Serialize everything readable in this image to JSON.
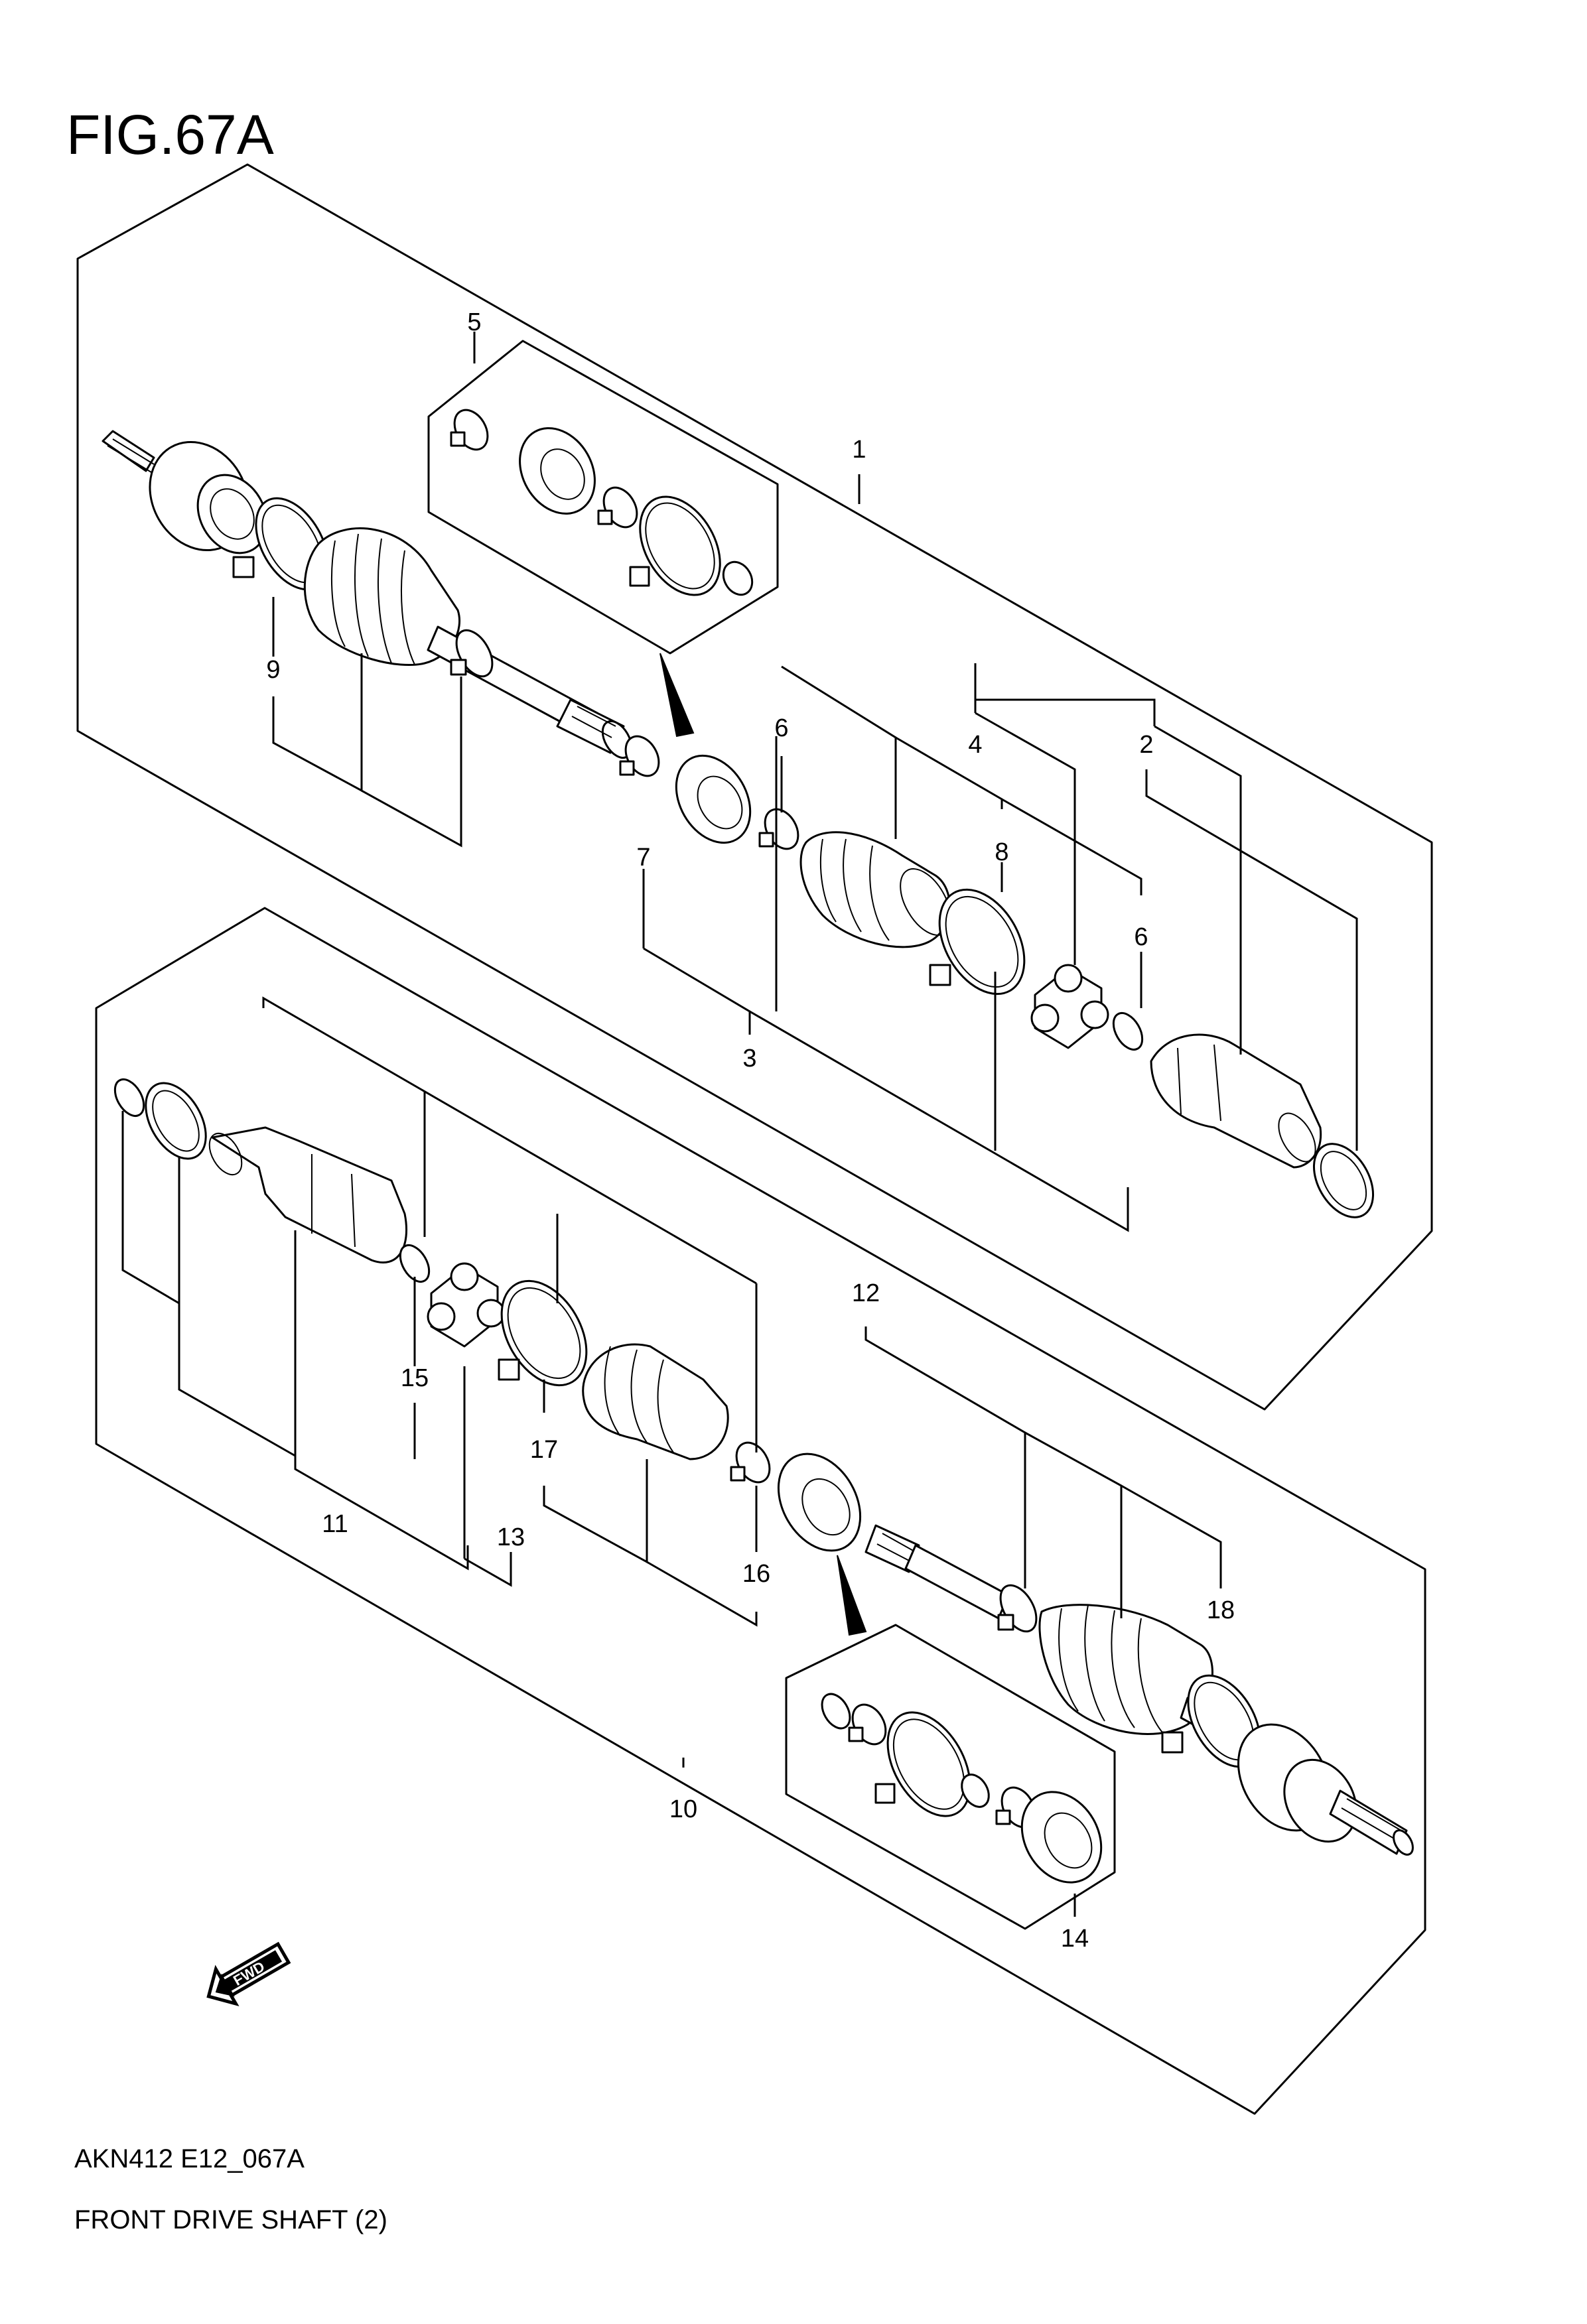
{
  "figure": {
    "title": "FIG.67A",
    "code": "AKN412 E12_067A",
    "name": "FRONT DRIVE SHAFT (2)"
  },
  "direction_badge": {
    "icon": "fwd-arrow-icon",
    "label": "FWD"
  },
  "upper_assembly": {
    "callouts": [
      {
        "id": "callout-1",
        "number": "1"
      },
      {
        "id": "callout-2",
        "number": "2"
      },
      {
        "id": "callout-3",
        "number": "3"
      },
      {
        "id": "callout-4",
        "number": "4"
      },
      {
        "id": "callout-5",
        "number": "5"
      },
      {
        "id": "callout-6a",
        "number": "6"
      },
      {
        "id": "callout-6b",
        "number": "6"
      },
      {
        "id": "callout-7",
        "number": "7"
      },
      {
        "id": "callout-8",
        "number": "8"
      },
      {
        "id": "callout-9",
        "number": "9"
      }
    ]
  },
  "lower_assembly": {
    "callouts": [
      {
        "id": "callout-10",
        "number": "10"
      },
      {
        "id": "callout-11",
        "number": "11"
      },
      {
        "id": "callout-12",
        "number": "12"
      },
      {
        "id": "callout-13",
        "number": "13"
      },
      {
        "id": "callout-14",
        "number": "14"
      },
      {
        "id": "callout-15",
        "number": "15"
      },
      {
        "id": "callout-16",
        "number": "16"
      },
      {
        "id": "callout-17",
        "number": "17"
      },
      {
        "id": "callout-18",
        "number": "18"
      }
    ]
  }
}
